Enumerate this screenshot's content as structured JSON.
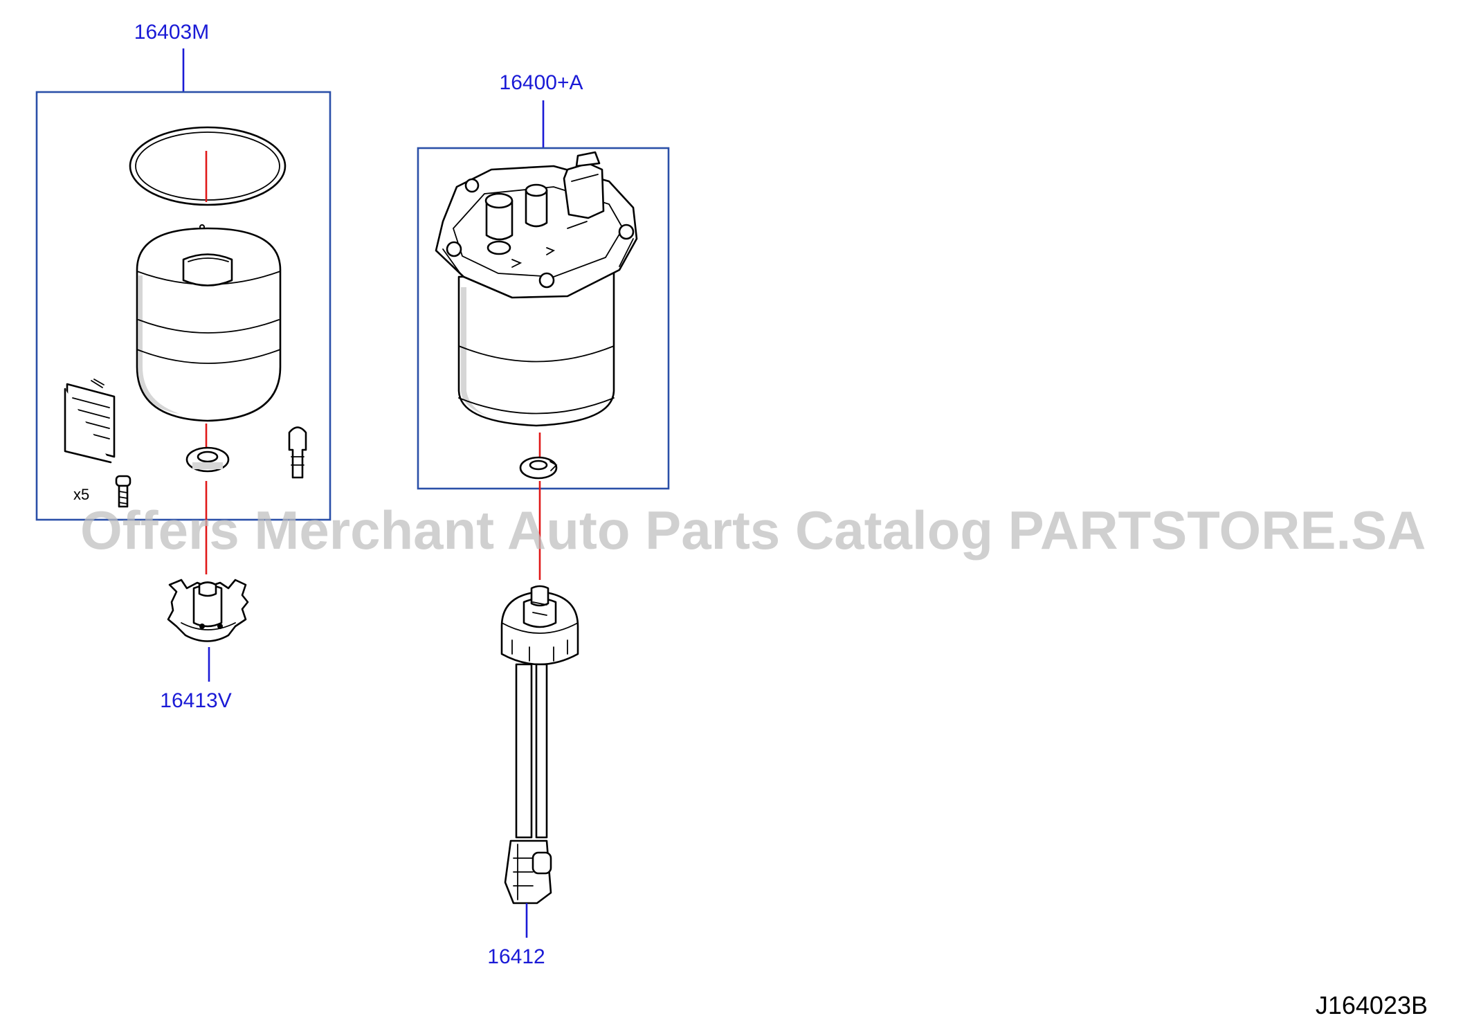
{
  "callouts": {
    "filter_kit": "16403M",
    "filter_assembly": "16400+A",
    "drain_valve": "16413V",
    "sensor_harness": "16412"
  },
  "kit_quantity": "x5",
  "diagram_code": "J164023B",
  "watermark": "Offers Merchant Auto Parts Catalog PARTSTORE.SA",
  "colors": {
    "callout_text": "#1a1ad6",
    "box_border": "#2a4fa8",
    "alignment_line": "#e01818"
  }
}
